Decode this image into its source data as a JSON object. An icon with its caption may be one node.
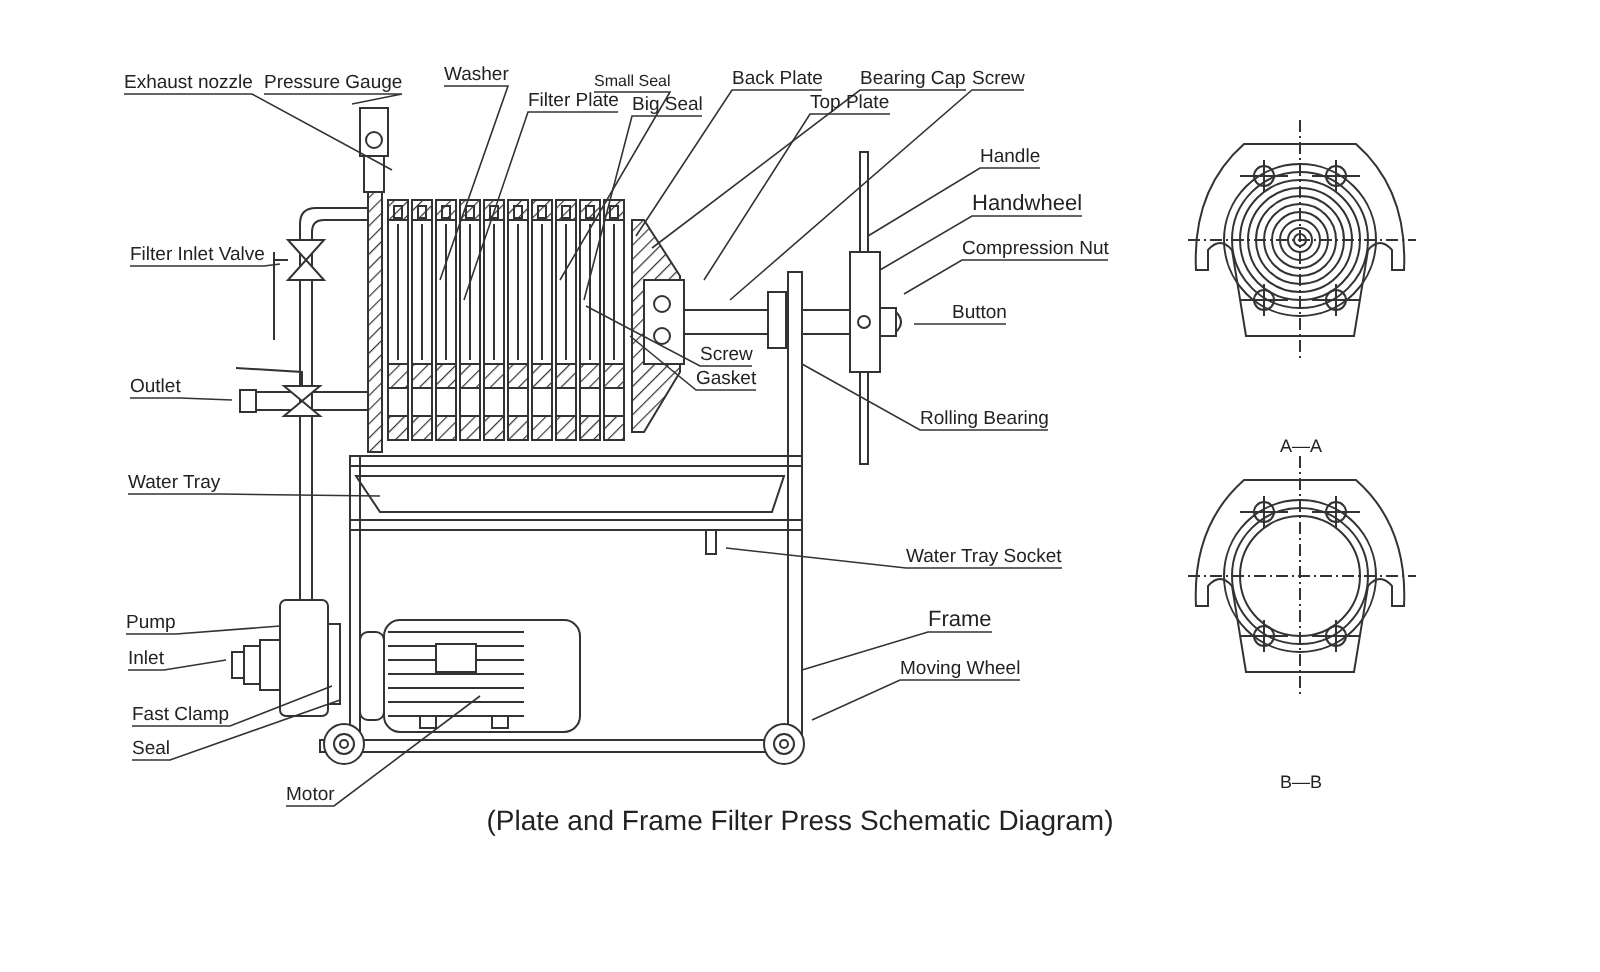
{
  "diagram": {
    "caption": "(Plate and Frame Filter Press Schematic Diagram)",
    "nodes": [
      {
        "text": [
          "Exhaust nozzle"
        ]
      },
      {
        "text": [
          "Pressure Gauge"
        ]
      },
      {
        "text": [
          "Washer"
        ]
      },
      {
        "text": [
          "Small Seal"
        ]
      },
      {
        "text": [
          "Back Plate"
        ]
      },
      {
        "text": [
          "Bearing Cap"
        ]
      },
      {
        "text": [
          "Screw"
        ]
      },
      {
        "text": [
          "Filter Plate"
        ]
      },
      {
        "text": [
          "Big Seal"
        ]
      },
      {
        "text": [
          "Top Plate"
        ]
      },
      {
        "text": [
          "Handle"
        ]
      },
      {
        "text": [
          "Handwheel"
        ]
      },
      {
        "text": [
          "Compression Nut"
        ]
      },
      {
        "text": [
          "Button"
        ]
      },
      {
        "text": [
          "Filter Inlet Valve"
        ]
      },
      {
        "text": [
          "Screw"
        ]
      },
      {
        "text": [
          "Gasket"
        ]
      },
      {
        "text": [
          "Outlet"
        ]
      },
      {
        "text": [
          "Rolling Bearing"
        ]
      },
      {
        "text": [
          "Water Tray"
        ]
      },
      {
        "text": [
          "Water Tray Socket"
        ]
      },
      {
        "text": [
          "Pump"
        ]
      },
      {
        "text": [
          "Inlet"
        ]
      },
      {
        "text": [
          "Frame"
        ]
      },
      {
        "text": [
          "Moving Wheel"
        ]
      },
      {
        "text": [
          "Fast Clamp"
        ]
      },
      {
        "text": [
          "Seal"
        ]
      },
      {
        "text": [
          "Motor"
        ]
      }
    ],
    "edges": [
      {
        "from": 0,
        "to": null,
        "arrow": "none"
      },
      {
        "from": 1,
        "to": null,
        "arrow": "none"
      },
      {
        "from": 2,
        "to": null,
        "arrow": "none"
      },
      {
        "from": 3,
        "to": null,
        "arrow": "none"
      },
      {
        "from": 4,
        "to": null,
        "arrow": "none"
      },
      {
        "from": 5,
        "to": null,
        "arrow": "none"
      },
      {
        "from": 6,
        "to": null,
        "arrow": "none"
      },
      {
        "from": 7,
        "to": null,
        "arrow": "none"
      },
      {
        "from": 8,
        "to": null,
        "arrow": "none"
      },
      {
        "from": 9,
        "to": null,
        "arrow": "none"
      },
      {
        "from": 10,
        "to": null,
        "arrow": "none"
      },
      {
        "from": 11,
        "to": null,
        "arrow": "none"
      },
      {
        "from": 12,
        "to": null,
        "arrow": "none"
      },
      {
        "from": 13,
        "to": null,
        "arrow": "none"
      },
      {
        "from": 14,
        "to": null,
        "arrow": "none"
      },
      {
        "from": 15,
        "to": null,
        "arrow": "none"
      },
      {
        "from": 16,
        "to": null,
        "arrow": "none"
      },
      {
        "from": 17,
        "to": null,
        "arrow": "none"
      },
      {
        "from": 18,
        "to": null,
        "arrow": "none"
      },
      {
        "from": 19,
        "to": null,
        "arrow": "none"
      },
      {
        "from": 20,
        "to": null,
        "arrow": "none"
      },
      {
        "from": 21,
        "to": null,
        "arrow": "none"
      },
      {
        "from": 22,
        "to": null,
        "arrow": "none"
      },
      {
        "from": 23,
        "to": null,
        "arrow": "none"
      },
      {
        "from": 24,
        "to": null,
        "arrow": "none"
      },
      {
        "from": 25,
        "to": null,
        "arrow": "none"
      },
      {
        "from": 26,
        "to": null,
        "arrow": "none"
      },
      {
        "from": 27,
        "to": null,
        "arrow": "none"
      }
    ],
    "labels": [
      "A—A",
      "B—B"
    ]
  }
}
